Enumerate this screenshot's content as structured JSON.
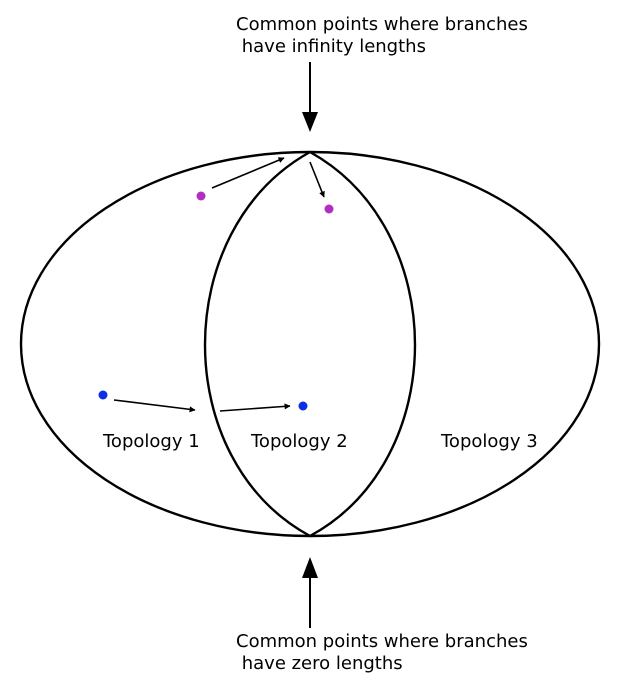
{
  "annotations": {
    "top": {
      "line1": "Common points where branches",
      "line2": " have infinity lengths"
    },
    "bottom": {
      "line1": "Common points where branches",
      "line2": " have zero lengths"
    }
  },
  "regions": [
    {
      "label": "Topology 1"
    },
    {
      "label": "Topology 2"
    },
    {
      "label": "Topology 3"
    }
  ],
  "colors": {
    "stroke": "#000000",
    "point_magenta": "#b22ec2",
    "point_blue": "#0b2ee6"
  }
}
